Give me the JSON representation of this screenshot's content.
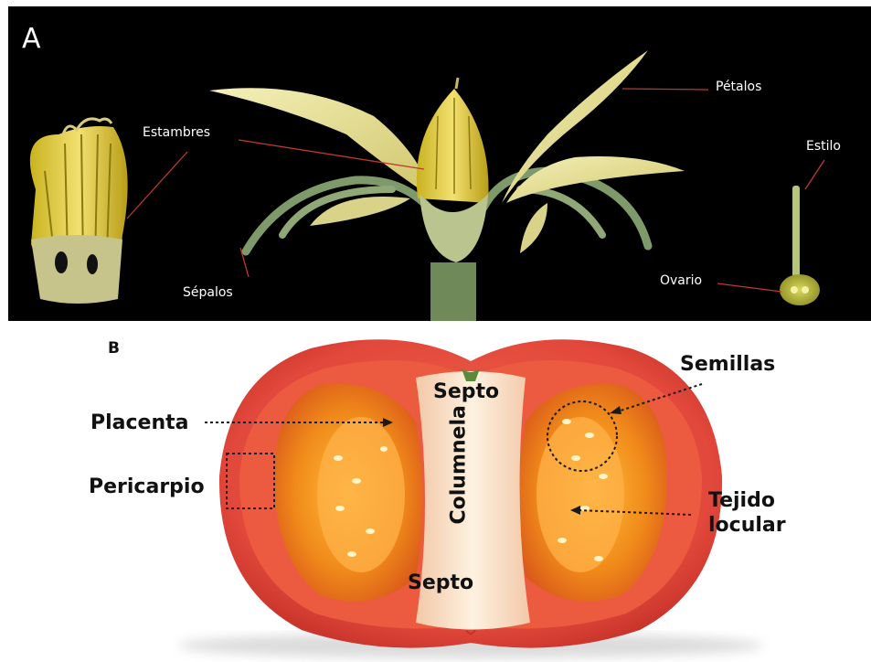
{
  "panel_a": {
    "letter": "A",
    "labels": {
      "estambres": "Estambres",
      "petalos": "Pétalos",
      "estilo": "Estilo",
      "sepalos": "Sépalos",
      "ovario": "Ovario"
    }
  },
  "panel_b": {
    "letter": "B",
    "labels": {
      "placenta": "Placenta",
      "pericarpio": "Pericarpio",
      "septo_top": "Septo",
      "septo_bottom": "Septo",
      "columnela": "Columnela",
      "semillas": "Semillas",
      "tejido_line1": "Tejido",
      "tejido_line2": "locular"
    }
  },
  "colors": {
    "panel_a_bg": "#000000",
    "petal_yellow": "#e8e39a",
    "sepal_green": "#7f9a6a",
    "leader_red": "#c0392b",
    "tomato_red": "#e2483b",
    "locule_orange": "#f08a1a"
  }
}
